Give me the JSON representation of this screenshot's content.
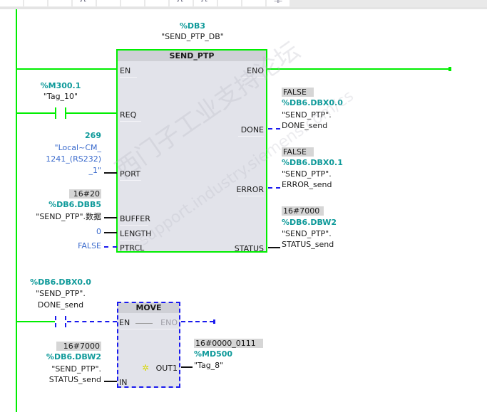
{
  "toolbar": {
    "cells": [
      "",
      "",
      "",
      "┘└",
      "",
      "",
      "",
      "┘└",
      "┘└",
      "",
      "",
      "⊣⊢"
    ]
  },
  "network1": {
    "instance_db": {
      "address": "%DB3",
      "name": "\"SEND_PTP_DB\""
    },
    "block": {
      "title": "SEND_PTP",
      "inputs": [
        "EN",
        "REQ",
        "PORT",
        "BUFFER",
        "LENGTH",
        "PTRCL"
      ],
      "outputs": [
        "ENO",
        "DONE",
        "ERROR",
        "STATUS"
      ]
    },
    "req_contact": {
      "address": "%M300.1",
      "name": "\"Tag_10\""
    },
    "port": {
      "value": "269",
      "name_line1": "\"Local~CM_",
      "name_line2": "1241_(RS232)",
      "name_line3": "_1\""
    },
    "buffer": {
      "value": "16#20",
      "address": "%DB6.DBB5",
      "name": "\"SEND_PTP\".数据"
    },
    "length": {
      "value": "0"
    },
    "ptrcl": {
      "value": "FALSE"
    },
    "done": {
      "value": "FALSE",
      "address": "%DB6.DBX0.0",
      "name_line1": "\"SEND_PTP\".",
      "name_line2": "DONE_send"
    },
    "error": {
      "value": "FALSE",
      "address": "%DB6.DBX0.1",
      "name_line1": "\"SEND_PTP\".",
      "name_line2": "ERROR_send"
    },
    "status": {
      "value": "16#7000",
      "address": "%DB6.DBW2",
      "name_line1": "\"SEND_PTP\".",
      "name_line2": "STATUS_send"
    }
  },
  "network2": {
    "contact": {
      "address": "%DB6.DBX0.0",
      "name_line1": "\"SEND_PTP\".",
      "name_line2": "DONE_send"
    },
    "block": {
      "title": "MOVE",
      "en": "EN",
      "eno": "ENO",
      "out": "OUT1",
      "in": "IN"
    },
    "in": {
      "value": "16#7000",
      "address": "%DB6.DBW2",
      "name_line1": "\"SEND_PTP\".",
      "name_line2": "STATUS_send"
    },
    "out": {
      "value": "16#0000_0111",
      "address": "%MD500",
      "name": "\"Tag_8\""
    }
  },
  "watermark": {
    "line1": "西门子工业支持论坛",
    "line2": "support.industry.siemens.com/cs"
  },
  "colors": {
    "power_flow": "#00ee00",
    "not_powered": "#1a1aee",
    "address": "#0f9a9a",
    "constant": "#3a6acc",
    "block_bg": "#e2e3ea"
  }
}
